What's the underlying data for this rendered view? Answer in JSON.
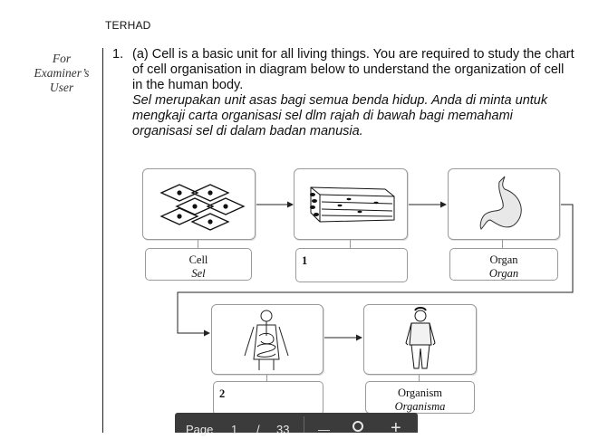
{
  "header": {
    "label": "TERHAD"
  },
  "margin": {
    "line1": "For",
    "line2": "Examiner’s",
    "line3": "User"
  },
  "question": {
    "number": "1.",
    "english": "(a) Cell is a basic unit for all living things. You are required to study the chart of cell organisation in diagram below to understand the organization of cell in the human body.",
    "malay": "Sel merupakan unit asas bagi semua benda hidup. Anda di minta untuk mengkaji carta organisasi sel dlm rajah di bawah bagi memahami organisasi sel di dalam badan manusia."
  },
  "diagram": {
    "cell": {
      "label": "Cell",
      "sub": "Sel"
    },
    "tissue": {
      "number": "1"
    },
    "organ": {
      "label": "Organ",
      "sub": "Organ"
    },
    "system": {
      "number": "2"
    },
    "organism": {
      "label": "Organism",
      "sub": "Organisma"
    }
  },
  "toolbar": {
    "page_label": "Page",
    "page_current": "1",
    "separator": "/",
    "page_total": "33",
    "zoom_out": "—",
    "zoom_in": "+"
  }
}
